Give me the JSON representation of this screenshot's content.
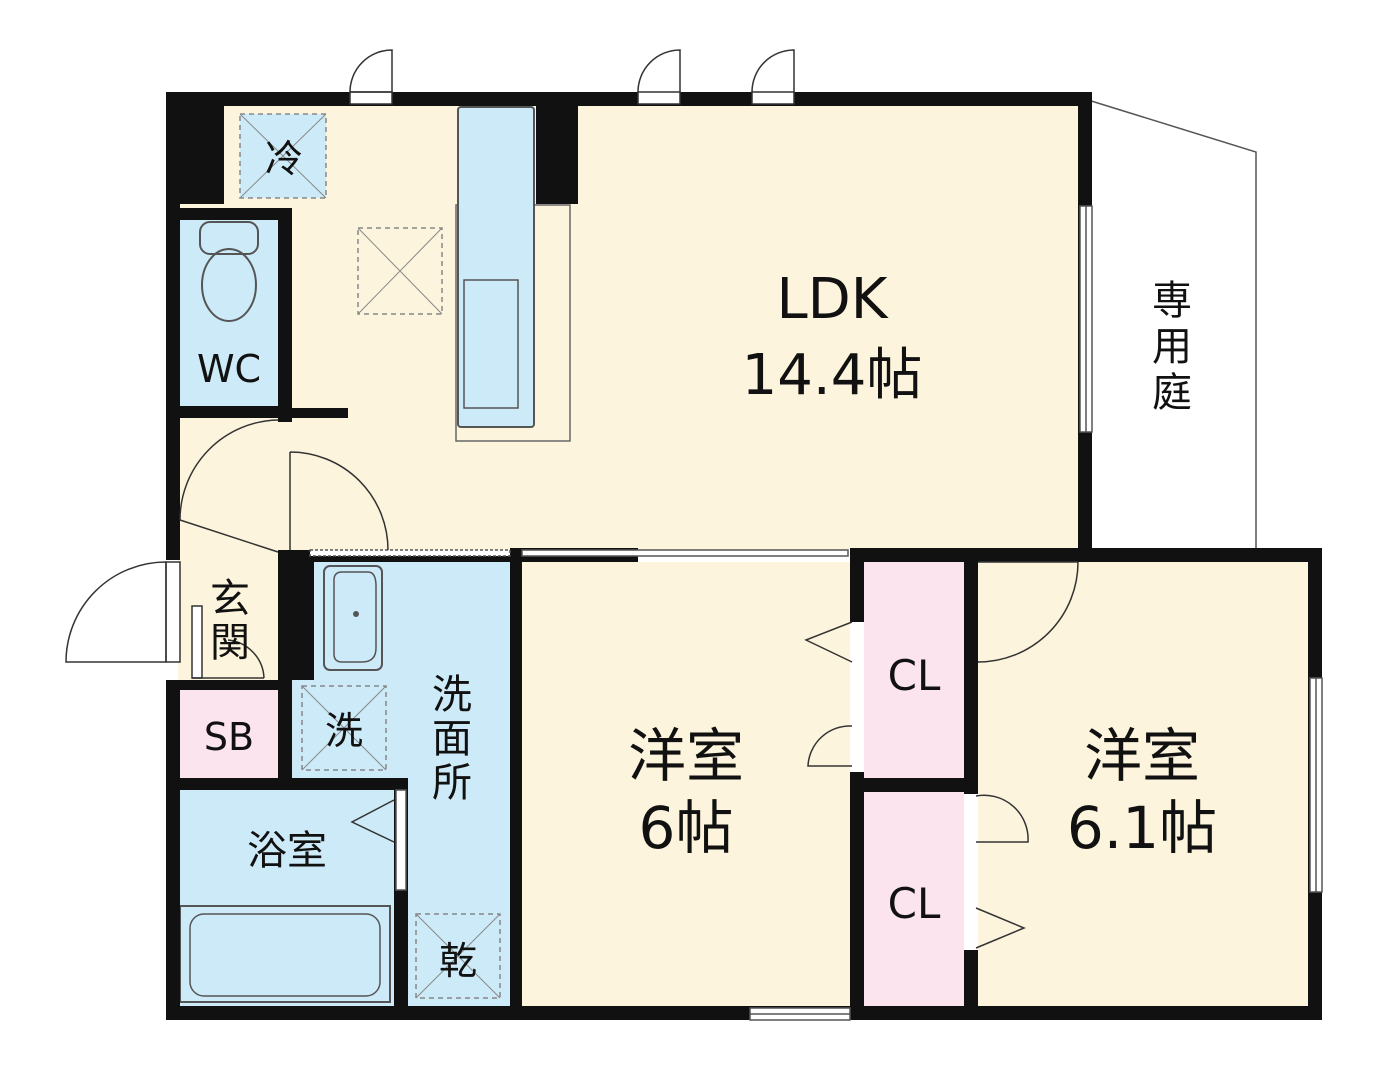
{
  "rooms": {
    "ldk": {
      "name": "LDK",
      "size": "14.4帖"
    },
    "western1": {
      "name": "洋室",
      "size": "6帖"
    },
    "western2": {
      "name": "洋室",
      "size": "6.1帖"
    },
    "wc": "WC",
    "entrance_1": "玄",
    "entrance_2": "関",
    "sb": "SB",
    "bath": "浴室",
    "washroom_1": "洗",
    "washroom_2": "面",
    "washroom_3": "所",
    "closet_upper": "CL",
    "closet_lower": "CL",
    "garden_1": "専",
    "garden_2": "用",
    "garden_3": "庭"
  },
  "fixtures": {
    "fridge": "冷",
    "washer": "洗",
    "dryer": "乾"
  },
  "colors": {
    "wall": "#111111",
    "floor": "#fcf4dc",
    "wet_area": "#cdeaf8",
    "closet": "#fce4ee",
    "background": "#ffffff"
  }
}
